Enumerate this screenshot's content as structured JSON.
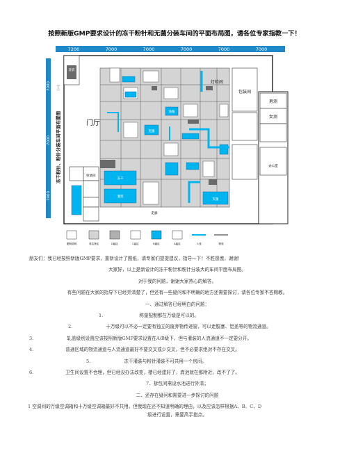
{
  "document": {
    "title": "按照新版GMP要求设计的冻干粉针和无菌分装车间的平面布局图，请各位专家指教一下！"
  },
  "plan": {
    "dimensions_top": [
      "7200",
      "7000",
      "7000",
      "7000",
      "7000",
      "7000"
    ],
    "dimensions_left": [
      "7000",
      "7000",
      "7000"
    ],
    "side_title": "冻干粉针、粉针分装车间平面布置图",
    "side_title_note": "（一）",
    "labels": {
      "lobby": "门厅",
      "washroom": "洗衣",
      "light_inspection": "灯检间",
      "packaging": "包装间",
      "male": "男测",
      "female": "女测",
      "office": "办公室",
      "air_con": "空调间",
      "aseptic": "无菌",
      "lyophilize": "冻干",
      "filling": "灌装",
      "sterile": "灭菌",
      "wash_bottle": "洗瓶",
      "corridor": "走廊",
      "legend_person": "人流",
      "legend_material": "物流"
    },
    "legend": [
      "图例说明",
      "非洁净区",
      "D级区",
      "C级区",
      "B级区",
      "A级区",
      "人流",
      "物流"
    ],
    "colors": {
      "cyan": "#00b4f0",
      "grey": "#c8c8c8",
      "dark_grey": "#6a6a6a",
      "dim": "#1e88c8",
      "line": "#222222"
    }
  },
  "body": {
    "p1": "朋友们：我已经按照新版GMP要求，重新设计了图纸，请专家们提提建议，指导一下！不胜感激，谢谢！",
    "p2": "大家好，以上是新设计的冻干粉针和粉针分装大的车间平面布局图。",
    "p3": "对于我的问题，谢谢大家热心的解答。",
    "p4": "有些问题在大家的指导下已经弄清楚了，但还有一些疑问和不明确的地方还需要探讨，请各位专家不吝赐教。",
    "h1": "一、通过解答已经明白的问题：",
    "items": [
      {
        "num": "1.",
        "text": "称量配制都在万级是可以的。"
      },
      {
        "num": "2.",
        "text": "十万级可以不必一定要有独立的废弃物传递窗，可以走胶塞、铝盖等的物流通道。"
      },
      {
        "num": "3.",
        "text": "轧盖级别设置应该按照新版GMP要求设置在A/B级下，但与灌装的人流通道不一定要分开。"
      },
      {
        "num": "4.",
        "text": "普通区域的物流通道与人流通道最好不要交叉或少交叉，但不必要求绝对不存在交叉。"
      },
      {
        "num": "5.",
        "text": "冻干灌装与粉针灌装不可共用一个房间。"
      },
      {
        "num": "6.",
        "text": "卫生间设置不合理，但已经没办法改变，楼已经建好了，粪池就在那附近，改不了了。"
      }
    ],
    "item7": "7．拆包间需设水池进行外清；",
    "h2": "二、还存在疑问和需要进一步探讨的问题",
    "q1_line1": "1 空调间的万级空调箱和十万级空调箱最好不共用。但我现在还不知道明确的理由，以及应该怎样根据A、B、C、D",
    "q1_line2": "级进行设置，需要高手指点。"
  }
}
